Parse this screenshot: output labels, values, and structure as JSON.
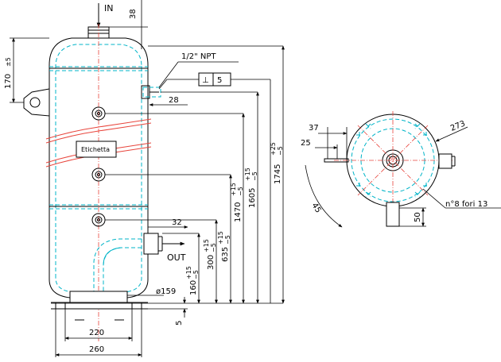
{
  "drawing": {
    "flow": {
      "in": "IN",
      "out": "OUT"
    },
    "thread": "1/2\" NPT",
    "tolerance_symbol": "⊥",
    "tolerance_value": "5",
    "label": "Etichetta",
    "holes_note": "n°8 fori 13",
    "dims": {
      "d38": "38",
      "d170": "170",
      "d170_tol": "±5",
      "d28": "28",
      "d32": "32",
      "d160": "160",
      "d300": "300",
      "d635": "635",
      "d1470": "1470",
      "d1605": "1605",
      "d1745": "1745",
      "tol_up": "+15",
      "tol_up25": "+25",
      "tol_dn": "−5",
      "d_dia": "ø159",
      "d5": "5",
      "d220": "220",
      "d260": "260",
      "d37": "37",
      "d25": "25",
      "d273": "273",
      "d45": "45",
      "d50": "50"
    }
  }
}
